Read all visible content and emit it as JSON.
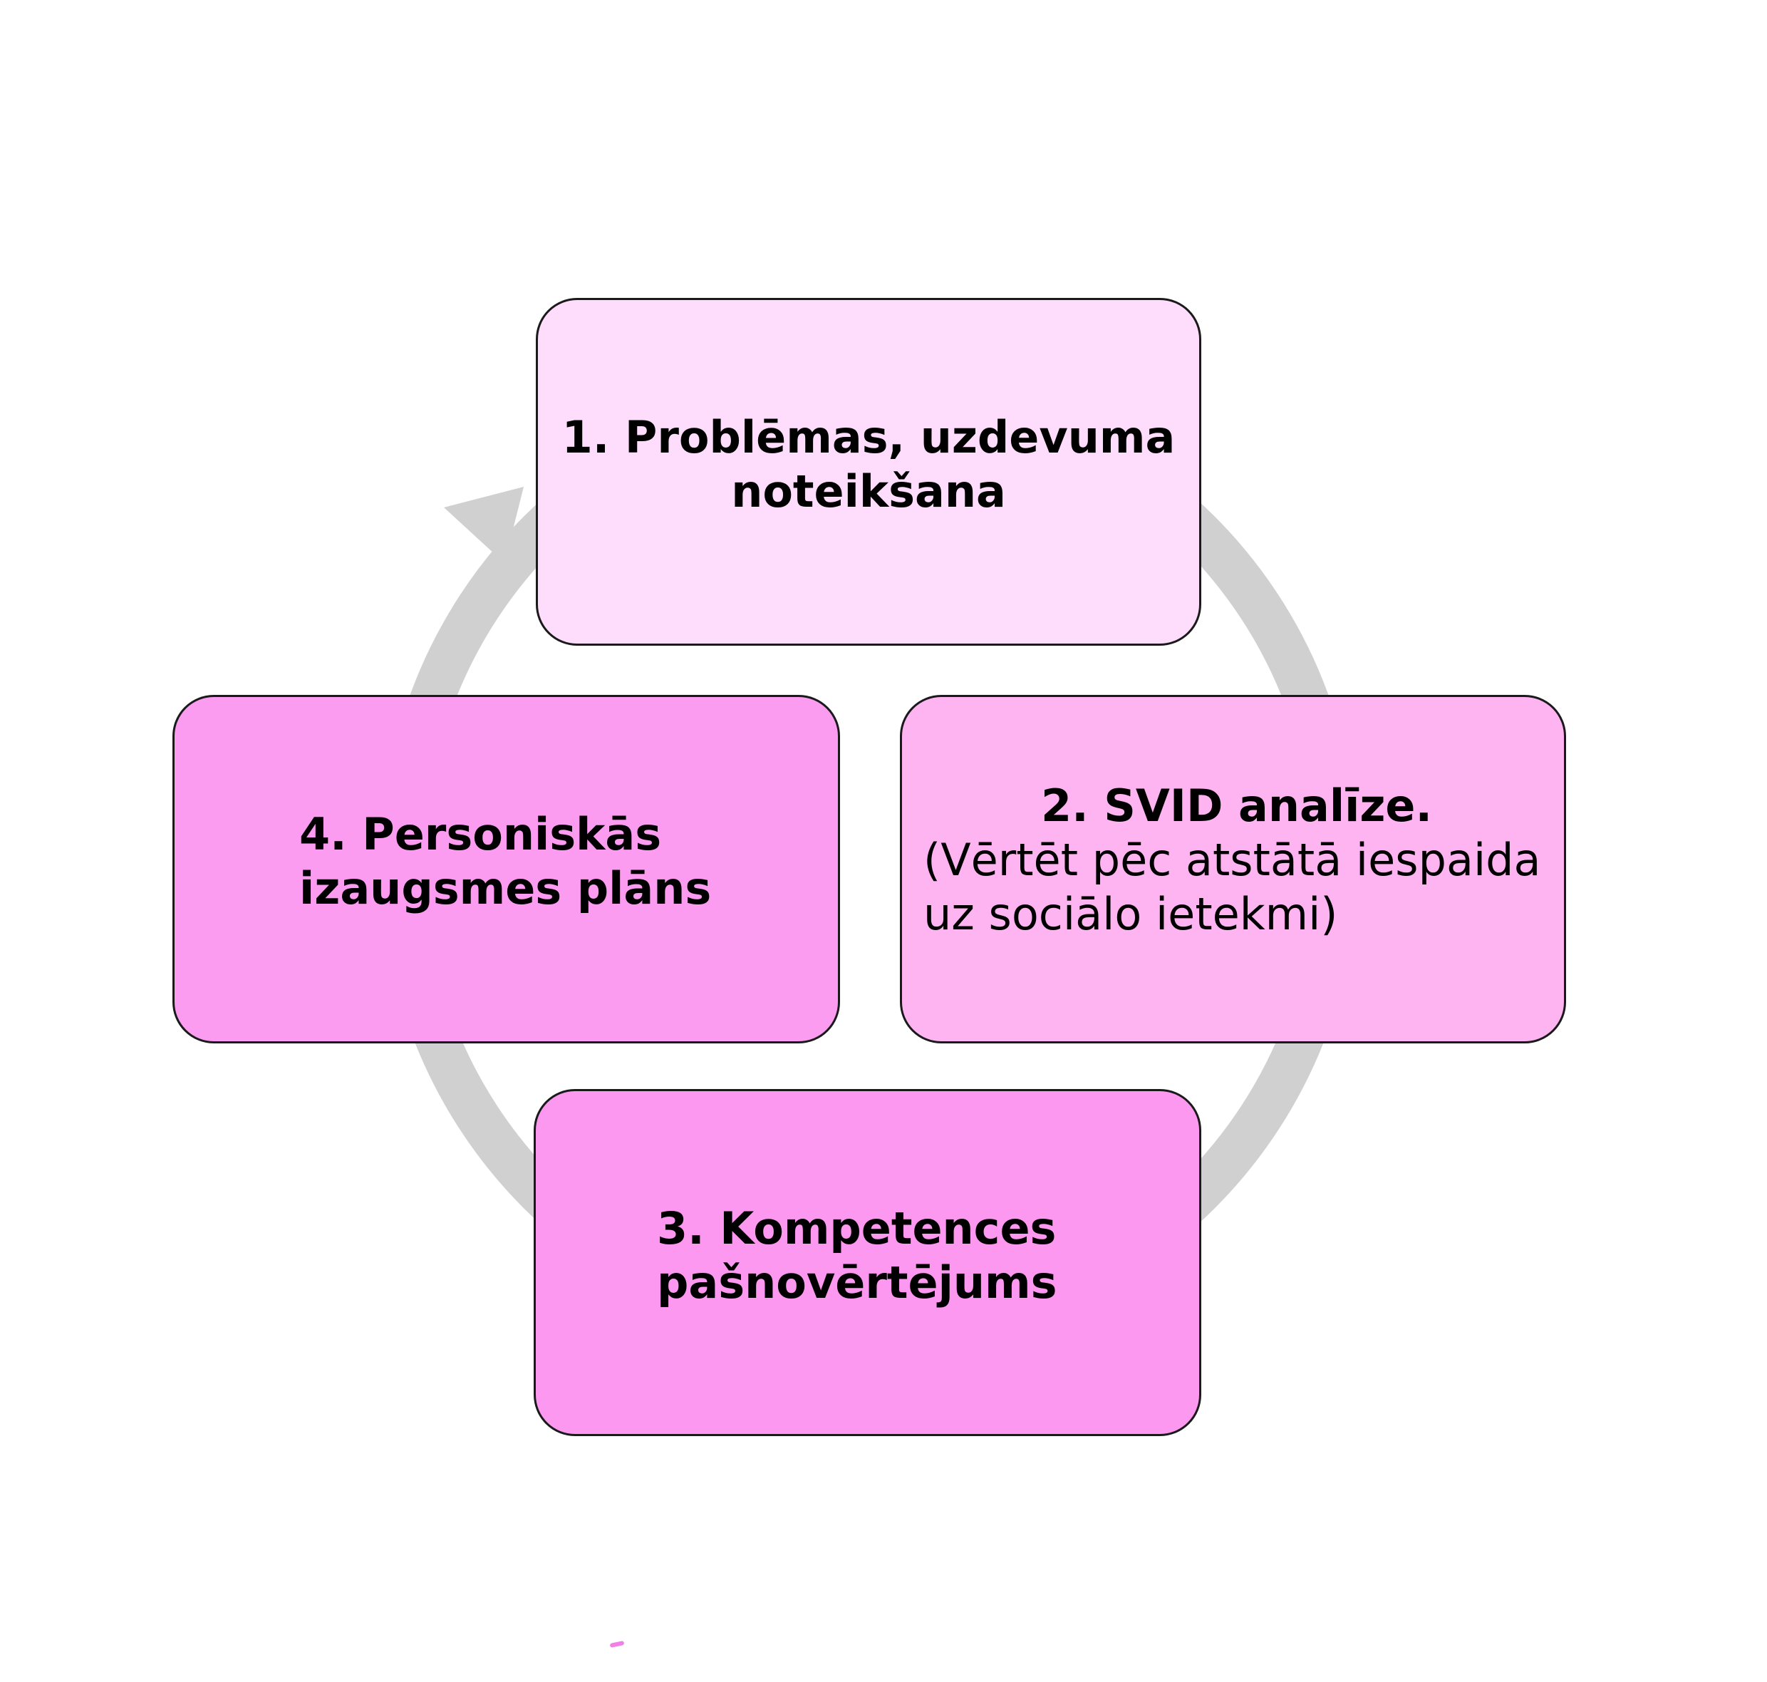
{
  "diagram": {
    "type": "cycle",
    "direction": "clockwise",
    "colors": {
      "arc": "#d0d0d0",
      "step_1_fill": "#fedcfb",
      "step_2_fill": "#fdb4f1",
      "step_3_fill": "#fc98ef",
      "step_4_fill": "#fc9cf0",
      "border": "#1a1a1a",
      "text": "#000000"
    },
    "steps": [
      {
        "title_line_1": "1. Problēmas, uzdevuma",
        "title_line_2": "noteikšana"
      },
      {
        "title_line_1": "2. SVID analīze.",
        "desc_line_1": "(Vērtēt pēc atstātā iespaida",
        "desc_line_2": "uz sociālo ietekmi)"
      },
      {
        "title_line_1": "3. Kompetences",
        "title_line_2": "pašnovērtējums"
      },
      {
        "title_line_1": "4. Personiskās",
        "title_line_2": "izaugsmes plāns"
      }
    ]
  }
}
